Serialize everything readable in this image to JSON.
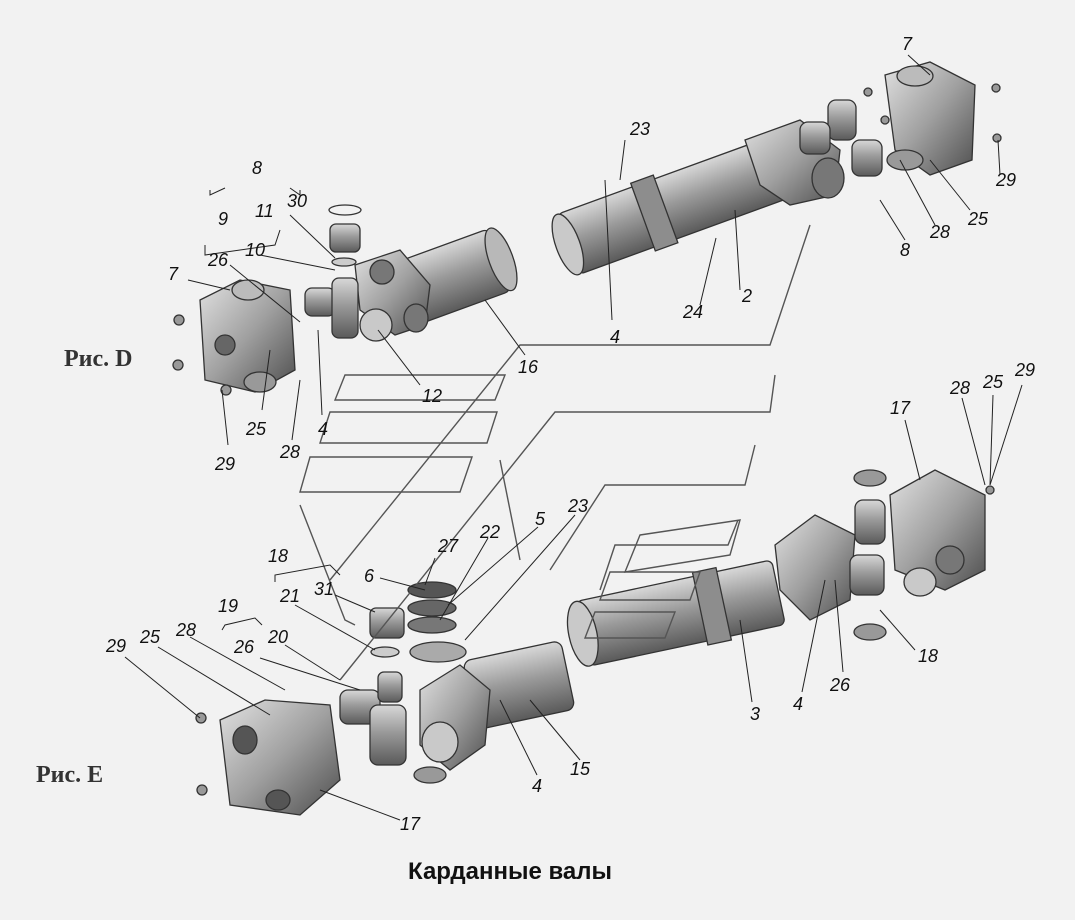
{
  "caption": "Карданные валы",
  "fig_d": "Рис. D",
  "fig_e": "Рис. E",
  "callouts": [
    {
      "id": "c-d7",
      "text": "7"
    },
    {
      "id": "c-d29a",
      "text": "29"
    },
    {
      "id": "c-d8a",
      "text": "8"
    },
    {
      "id": "c-d28a",
      "text": "28"
    },
    {
      "id": "c-d25a",
      "text": "25"
    },
    {
      "id": "c-d23",
      "text": "23"
    },
    {
      "id": "c-d2",
      "text": "2"
    },
    {
      "id": "c-d24",
      "text": "24"
    },
    {
      "id": "c-d4a",
      "text": "4"
    },
    {
      "id": "c-d16",
      "text": "16"
    },
    {
      "id": "c-d8b",
      "text": "8"
    },
    {
      "id": "c-d9",
      "text": "9"
    },
    {
      "id": "c-d11",
      "text": "11"
    },
    {
      "id": "c-d30",
      "text": "30"
    },
    {
      "id": "c-d10",
      "text": "10"
    },
    {
      "id": "c-d26",
      "text": "26"
    },
    {
      "id": "c-d7b",
      "text": "7"
    },
    {
      "id": "c-d12",
      "text": "12"
    },
    {
      "id": "c-d25b",
      "text": "25"
    },
    {
      "id": "c-d4b",
      "text": "4"
    },
    {
      "id": "c-d29b",
      "text": "29"
    },
    {
      "id": "c-d28b",
      "text": "28"
    },
    {
      "id": "c-e17a",
      "text": "17"
    },
    {
      "id": "c-e28a",
      "text": "28"
    },
    {
      "id": "c-e25a",
      "text": "25"
    },
    {
      "id": "c-e29a",
      "text": "29"
    },
    {
      "id": "c-e18a",
      "text": "18"
    },
    {
      "id": "c-e26a",
      "text": "26"
    },
    {
      "id": "c-e4a",
      "text": "4"
    },
    {
      "id": "c-e3",
      "text": "3"
    },
    {
      "id": "c-e23",
      "text": "23"
    },
    {
      "id": "c-e22",
      "text": "22"
    },
    {
      "id": "c-e5",
      "text": "5"
    },
    {
      "id": "c-e27",
      "text": "27"
    },
    {
      "id": "c-e6",
      "text": "6"
    },
    {
      "id": "c-e18b",
      "text": "18"
    },
    {
      "id": "c-e31",
      "text": "31"
    },
    {
      "id": "c-e19",
      "text": "19"
    },
    {
      "id": "c-e21",
      "text": "21"
    },
    {
      "id": "c-e28b",
      "text": "28"
    },
    {
      "id": "c-e25b",
      "text": "25"
    },
    {
      "id": "c-e29b",
      "text": "29"
    },
    {
      "id": "c-e26b",
      "text": "26"
    },
    {
      "id": "c-e20",
      "text": "20"
    },
    {
      "id": "c-e15",
      "text": "15"
    },
    {
      "id": "c-e4b",
      "text": "4"
    },
    {
      "id": "c-e17b",
      "text": "17"
    }
  ]
}
